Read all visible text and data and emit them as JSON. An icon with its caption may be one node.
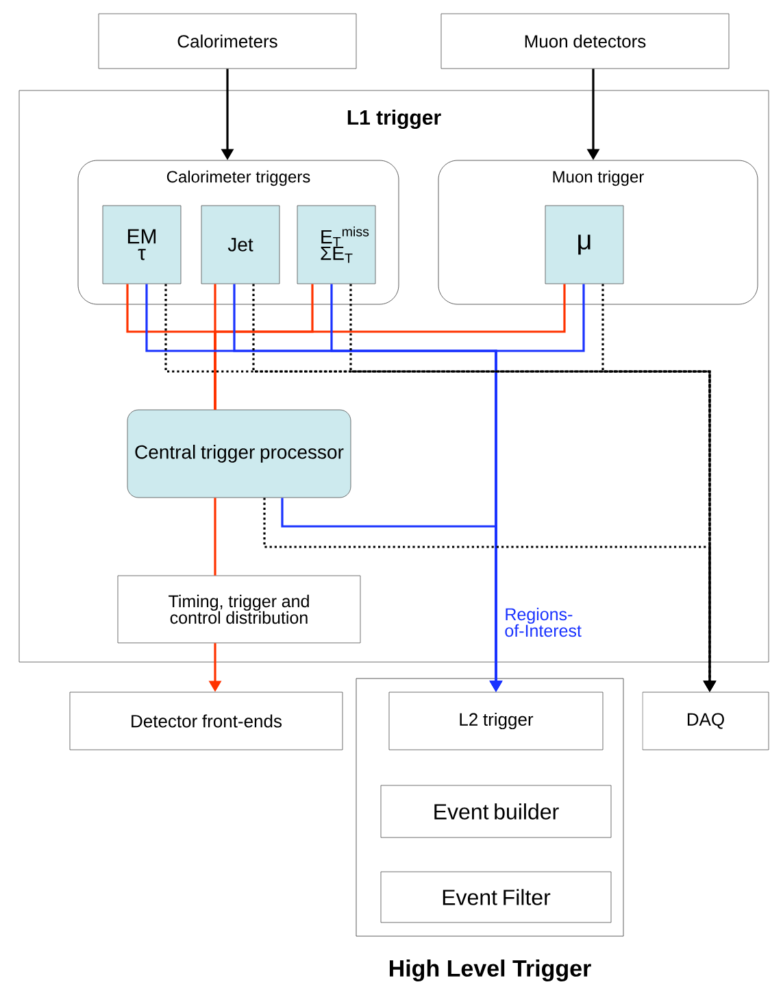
{
  "diagram": {
    "nodes": [
      {
        "text": [
          "Calorimeters"
        ]
      },
      {
        "text": [
          "Muon detectors"
        ]
      },
      {
        "text": [
          "L1 trigger"
        ]
      },
      {
        "text": [
          "Calorimeter triggers"
        ],
        "in": 2
      },
      {
        "text": [
          "EM τ"
        ],
        "in": 3
      },
      {
        "text": [
          "Jet"
        ],
        "in": 3
      },
      {
        "text": [
          "E$_{T}$$^{miss}$ ΣE$_{T}$"
        ],
        "in": 3
      },
      {
        "text": [
          "Muon trigger"
        ],
        "in": 2
      },
      {
        "text": [
          "μ"
        ],
        "in": 7
      },
      {
        "text": [
          "Central trigger processor"
        ],
        "in": 2
      },
      {
        "text": [
          "Timing, trigger and control distribution"
        ],
        "in": 2
      },
      {
        "text": [
          "Detector front-ends"
        ]
      },
      {
        "text": [
          "High Level Trigger"
        ]
      },
      {
        "text": [
          "L2 trigger"
        ],
        "in": 12
      },
      {
        "text": [
          "Event builder"
        ],
        "in": 12
      },
      {
        "text": [
          "Event Filter"
        ],
        "in": 12
      },
      {
        "text": [
          "DAQ"
        ]
      }
    ],
    "edges": [
      {
        "from": 0,
        "to": 3,
        "arrow": "to"
      },
      {
        "from": 1,
        "to": 7,
        "arrow": "to"
      },
      {
        "from": 4,
        "to": 9,
        "arrow": "none",
        "color": "#ff3300"
      },
      {
        "from": 5,
        "to": 9,
        "arrow": "none",
        "color": "#ff3300"
      },
      {
        "from": 6,
        "to": 9,
        "arrow": "none",
        "color": "#ff3300"
      },
      {
        "from": 8,
        "to": 9,
        "arrow": "none",
        "color": "#ff3300"
      },
      {
        "from": 9,
        "to": 10,
        "arrow": "none",
        "color": "#ff3300"
      },
      {
        "from": 10,
        "to": 11,
        "arrow": "to",
        "color": "#ff3300"
      },
      {
        "from": 4,
        "to": 13,
        "arrow": "to",
        "color": "#1a33ff"
      },
      {
        "from": 5,
        "to": 13,
        "arrow": "to",
        "color": "#1a33ff"
      },
      {
        "from": 6,
        "to": 13,
        "arrow": "to",
        "color": "#1a33ff"
      },
      {
        "from": 8,
        "to": 13,
        "arrow": "to",
        "color": "#1a33ff"
      },
      {
        "from": 9,
        "to": 13,
        "arrow": "to",
        "color": "#1a33ff",
        "label": "Regions-of-Interest"
      },
      {
        "from": 4,
        "to": 16,
        "arrow": "to",
        "style": "dashed"
      },
      {
        "from": 5,
        "to": 16,
        "arrow": "to",
        "style": "dashed"
      },
      {
        "from": 6,
        "to": 16,
        "arrow": "to",
        "style": "dashed"
      },
      {
        "from": 8,
        "to": 16,
        "arrow": "to",
        "style": "dashed"
      },
      {
        "from": 9,
        "to": 16,
        "arrow": "to",
        "style": "dashed"
      }
    ]
  }
}
